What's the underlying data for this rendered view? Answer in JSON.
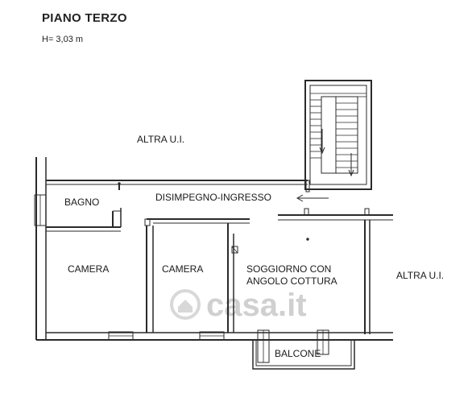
{
  "header": {
    "title": "PIANO TERZO",
    "height": "H= 3,03 m"
  },
  "rooms": {
    "altra_top": "ALTRA U.I.",
    "bagno": "BAGNO",
    "disimpegno": "DISIMPEGNO-INGRESSO",
    "camera_left": "CAMERA",
    "camera_mid": "CAMERA",
    "soggiorno_line1": "SOGGIORNO CON",
    "soggiorno_line2": "ANGOLO COTTURA",
    "altra_right": "ALTRA U.I.",
    "balcone": "BALCONE"
  },
  "watermark": "casa.it",
  "colors": {
    "wall": "#2a2a2a",
    "watermark": "#d0d0d0"
  }
}
